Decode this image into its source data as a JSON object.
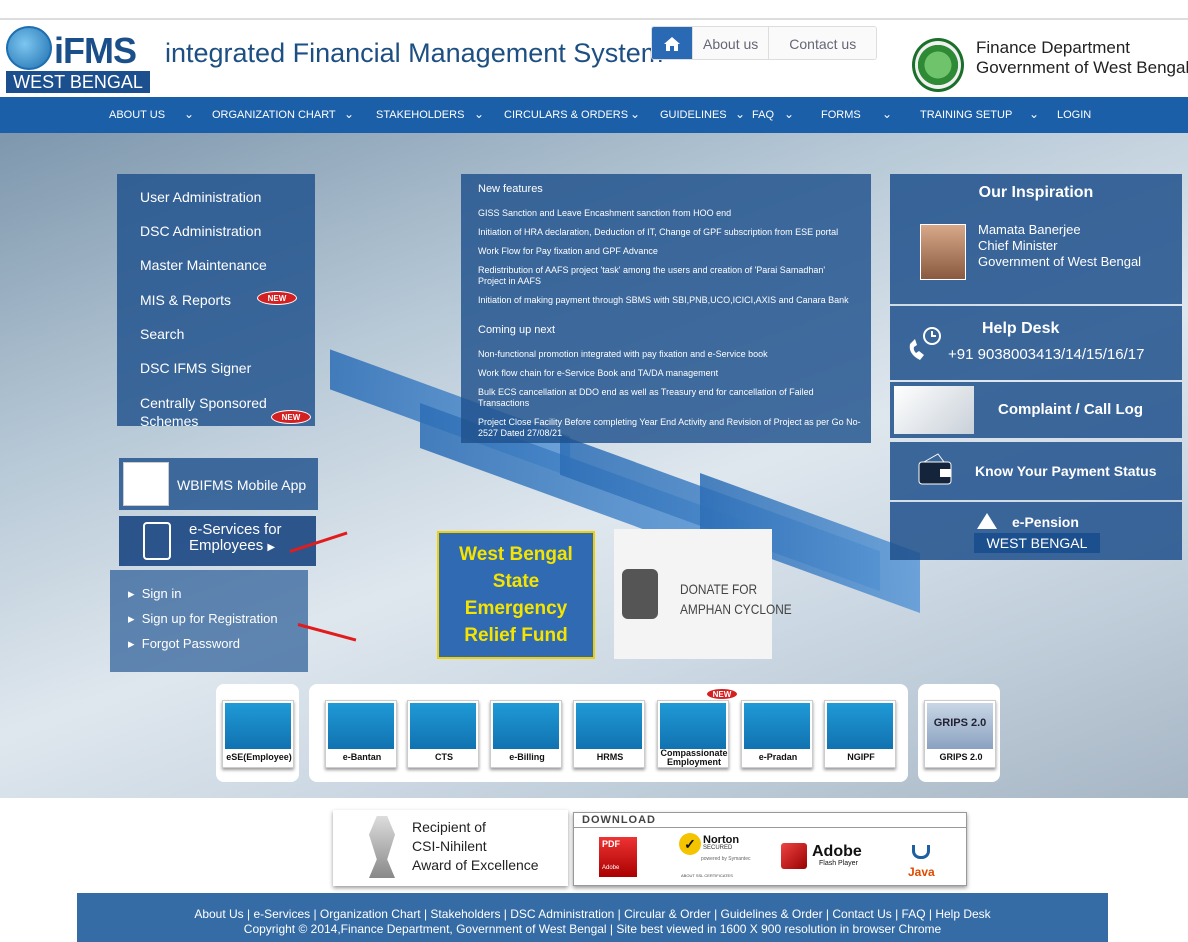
{
  "header": {
    "logo_text": "iFMS",
    "logo_sub": "WEST BENGAL",
    "title": "integrated Financial Management System",
    "about_link": "About us",
    "contact_link": "Contact us",
    "dept_line1": "Finance Department",
    "dept_line2": "Government of West Bengal"
  },
  "nav": [
    "ABOUT US",
    "ORGANIZATION CHART",
    "STAKEHOLDERS",
    "CIRCULARS & ORDERS",
    "GUIDELINES",
    "FAQ",
    "FORMS",
    "TRAINING SETUP",
    "LOGIN"
  ],
  "left_menu": [
    "User Administration",
    "DSC Administration",
    "Master Maintenance",
    "MIS & Reports",
    "Search",
    "DSC IFMS Signer",
    "Centrally Sponsored Schemes"
  ],
  "new_badge": "NEW",
  "news": {
    "new_features_title": "New features",
    "new_features": [
      "GISS Sanction and Leave Encashment sanction from HOO end",
      "Initiation of HRA declaration, Deduction of IT, Change of GPF subscription from ESE portal",
      "Work Flow for Pay fixation and GPF Advance",
      "Redistribution of AAFS project 'task' among the users and creation of 'Parai Samadhan' Project in AAFS",
      "Initiation of making payment through SBMS with SBI,PNB,UCO,ICICI,AXIS and Canara Bank"
    ],
    "coming_title": "Coming up next",
    "coming": [
      "Non-functional promotion integrated with pay fixation and e-Service book",
      "Work flow chain for e-Service Book and TA/DA management",
      "Bulk ECS cancellation at DDO end as well as Treasury end for cancellation of Failed Transactions",
      "Project Close Facility Before completing Year End Activity and Revision of Project as per Go No- 2527 Dated 27/08/21"
    ]
  },
  "inspiration": {
    "title": "Our Inspiration",
    "name": "Mamata Banerjee",
    "role": "Chief Minister",
    "gov": "Government of West Bengal"
  },
  "helpdesk": {
    "title": "Help Desk",
    "phone": "+91 9038003413/14/15/16/17"
  },
  "complaint": "Complaint / Call Log",
  "payment": "Know Your Payment Status",
  "epension": {
    "title": "e-Pension",
    "sub": "WEST BENGAL"
  },
  "mobile_app": "WBIFMS Mobile App",
  "eservices": {
    "line1": "e-Services for",
    "line2": "Employees"
  },
  "login_links": [
    "Sign in",
    "Sign up for Registration",
    "Forgot Password"
  ],
  "relief_fund": [
    "West Bengal",
    "State",
    "Emergency",
    "Relief Fund"
  ],
  "donate": [
    "DONATE FOR",
    "AMPHAN CYCLONE"
  ],
  "tiles": {
    "single": "eSE(Employee)",
    "group": [
      "e-Bantan",
      "CTS",
      "e-Billing",
      "HRMS",
      "Compassionate Employment",
      "e-Pradan",
      "NGIPF"
    ],
    "grips": "GRIPS 2.0",
    "grips_logo": "GRIPS 2.0"
  },
  "award": [
    "Recipient of",
    "CSI-Nihilent",
    "Award of Excellence"
  ],
  "download": {
    "title": "DOWNLOAD",
    "pdf": "PDF",
    "adobe_small": "Adobe",
    "norton": "Norton",
    "norton_sub": "SECURED",
    "norton_by": "powered by Symantec",
    "norton_about": "ABOUT SSL CERTIFICATES",
    "adobe": "Adobe",
    "flash": "Flash Player",
    "java": "Java"
  },
  "footer": {
    "links": "About Us  |   e-Services   |   Organization Chart   |   Stakeholders   |   DSC Administration   |   Circular & Order   |   Guidelines & Order   |   Contact Us   |   FAQ   |   Help Desk",
    "copyright": "Copyright © 2014,Finance Department, Government of West Bengal | Site best viewed in 1600 X 900 resolution in browser Chrome"
  },
  "colors": {
    "brand": "#1b5fa8",
    "panel": "#1e508c",
    "accent_red": "#d42020",
    "relief_yellow": "#f5e400"
  }
}
